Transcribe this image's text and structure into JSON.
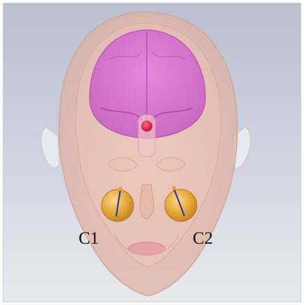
{
  "figure": {
    "labels": {
      "c1": "C1",
      "c2": "C2"
    },
    "colors": {
      "background_top": "#b9bfd1",
      "background_bottom": "#e9eaef",
      "head_skin": "#e7b9a8",
      "brain": "#d35bd4",
      "target_marker": "#d9163a",
      "coil": "#e1a63a",
      "coil_axis": "#1d2bc4"
    },
    "elements": [
      "transparent-head",
      "brain",
      "skull",
      "target-marker",
      "coil-c1",
      "coil-c2"
    ]
  }
}
